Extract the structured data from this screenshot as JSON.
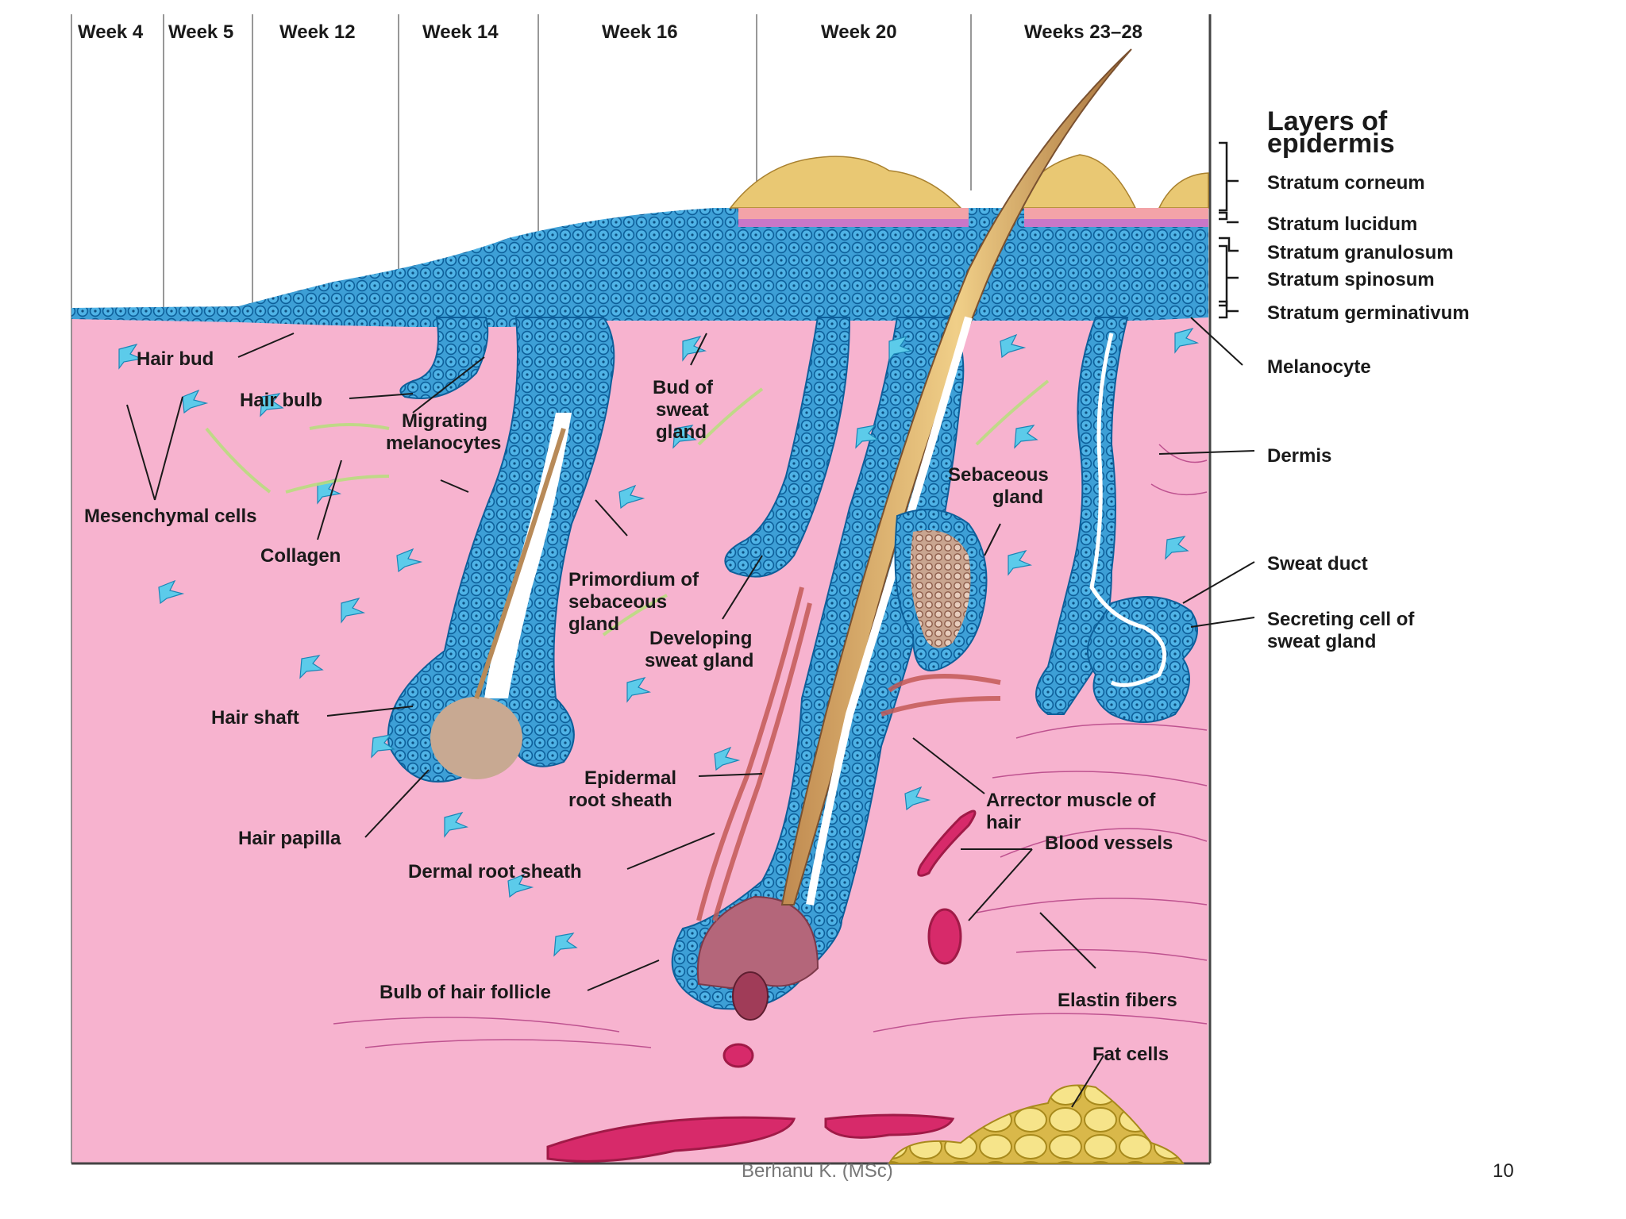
{
  "weeks": [
    "Week 4",
    "Week 5",
    "Week 12",
    "Week 14",
    "Week 16",
    "Week 20",
    "Weeks 23–28"
  ],
  "labels": {
    "hair_bud": "Hair bud",
    "hair_bulb": "Hair bulb",
    "mesenchymal_cells": "Mesenchymal cells",
    "collagen": "Collagen",
    "migrating_1": "Migrating",
    "migrating_2": "melanocytes",
    "bud_sweat_1": "Bud of",
    "bud_sweat_2": "sweat",
    "bud_sweat_3": "gland",
    "primordium_1": "Primordium of",
    "primordium_2": "sebaceous",
    "primordium_3": "gland",
    "developing_1": "Developing",
    "developing_2": "sweat gland",
    "sebaceous_1": "Sebaceous",
    "sebaceous_2": "gland",
    "hair_shaft": "Hair shaft",
    "hair_papilla": "Hair papilla",
    "epidermal_1": "Epidermal",
    "epidermal_2": "root sheath",
    "dermal_root_sheath": "Dermal root sheath",
    "arrector_1": "Arrector muscle of",
    "arrector_2": "hair",
    "blood_vessels": "Blood vessels",
    "bulb_follicle": "Bulb of hair follicle",
    "elastin": "Elastin fibers",
    "fat_cells": "Fat cells"
  },
  "layers": {
    "title_1": "Layers of",
    "title_2": "epidermis",
    "corneum": "Stratum corneum",
    "lucidum": "Stratum lucidum",
    "granulosum": "Stratum granulosum",
    "spinosum": "Stratum spinosum",
    "germinativum": "Stratum germinativum"
  },
  "side_labels": {
    "melanocyte": "Melanocyte",
    "dermis": "Dermis",
    "sweat_duct": "Sweat duct",
    "secreting_1": "Secreting cell of",
    "secreting_2": "sweat gland"
  },
  "footer": {
    "author": "Berhanu K. (MSc)",
    "page": "10"
  },
  "colors": {
    "dermis": "#f7b3cf",
    "epidermis_cell": "#3d9fd6",
    "cell_border": "#0d5f9a",
    "keratin": "#e9c873",
    "fat": "#f5e48a",
    "vessel": "#d72a6a",
    "muscle": "#c45a57"
  }
}
